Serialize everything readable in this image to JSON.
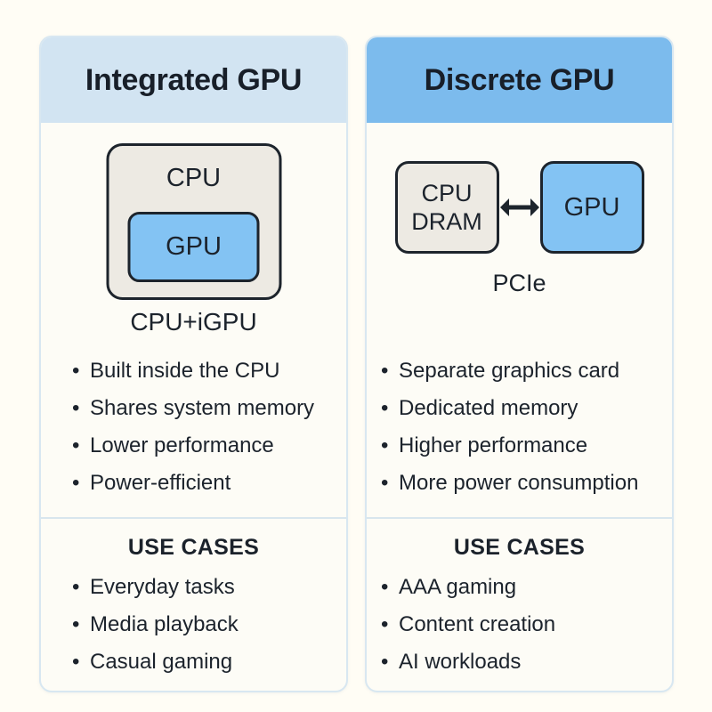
{
  "cards": [
    {
      "title": "Integrated GPU",
      "diagram": {
        "outer_box_label": "CPU",
        "inner_box_label": "GPU",
        "caption": "CPU+iGPU"
      },
      "features": [
        "Built inside the CPU",
        "Shares system memory",
        "Lower performance",
        "Power-efficient"
      ],
      "use_cases_title": "USE CASES",
      "use_cases": [
        "Everyday tasks",
        "Media playback",
        "Casual gaming"
      ]
    },
    {
      "title": "Discrete GPU",
      "diagram": {
        "cpu_box_line1": "CPU",
        "cpu_box_line2": "DRAM",
        "gpu_box_label": "GPU",
        "connector": "double-arrow",
        "caption": "PCIe"
      },
      "features": [
        "Separate graphics card",
        "Dedicated memory",
        "Higher performance",
        "More power consumption"
      ],
      "use_cases_title": "USE CASES",
      "use_cases": [
        "AAA gaming",
        "Content creation",
        "AI workloads"
      ]
    }
  ],
  "colors": {
    "page_background": "#fffdf5",
    "card_background": "#fdfcf6",
    "card_border": "#d8e7f1",
    "integrated_header": "#d2e4f2",
    "discrete_header": "#7cbbed",
    "chip_gray_fill": "#edeae3",
    "chip_blue_fill": "#83c3f3",
    "chip_border": "#1d242c",
    "text": "#1c232c",
    "divider": "#d8e6ee"
  }
}
